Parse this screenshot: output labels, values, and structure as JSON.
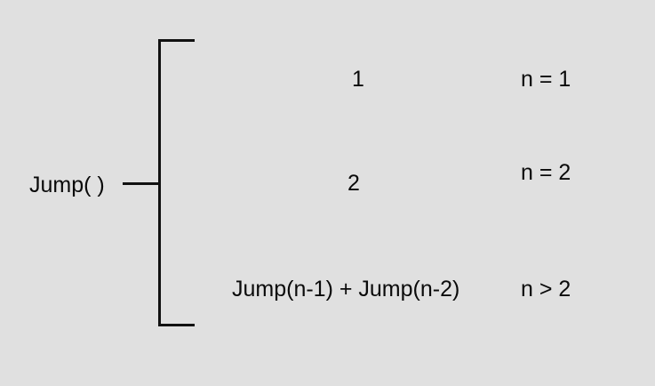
{
  "figure": {
    "type": "piecewise-definition",
    "background_color": "#e0e0e0",
    "ink_color": "#111111",
    "function_label": "Jump( )",
    "bracket_glyph": "[",
    "cases": [
      {
        "expression": "1",
        "condition": "n = 1"
      },
      {
        "expression": "2",
        "condition": "n = 2"
      },
      {
        "expression": "Jump(n-1) + Jump(n-2)",
        "condition": "n > 2"
      }
    ]
  }
}
